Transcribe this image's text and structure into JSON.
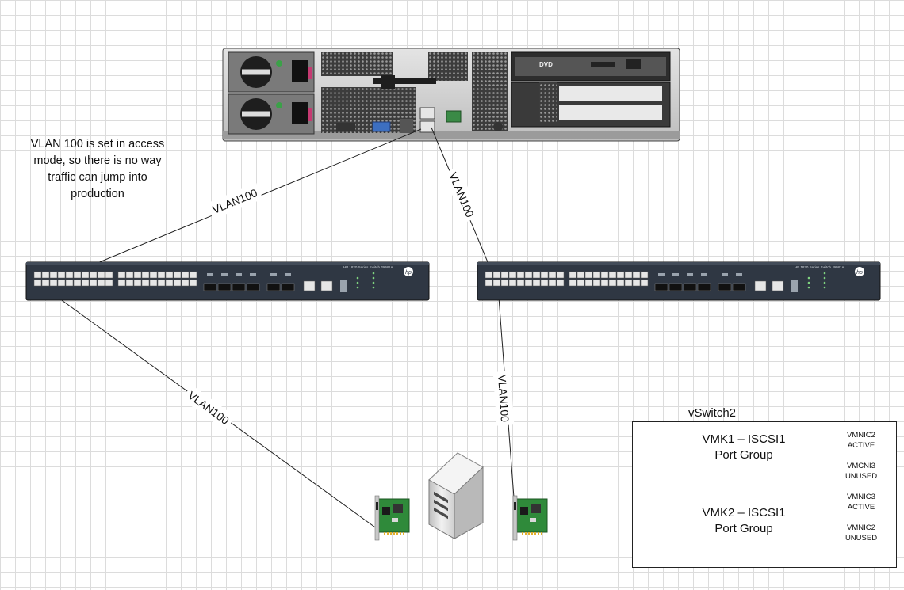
{
  "note": {
    "lines": [
      "VLAN 100 is set in access",
      "mode, so there is no way",
      "traffic can jump into",
      "production"
    ]
  },
  "links": {
    "server_to_switch1": "VLAN100",
    "server_to_switch2": "VLAN100",
    "switch1_to_nic": "VLAN100",
    "switch2_to_nic": "VLAN100"
  },
  "switches": {
    "switch1_model": "HP 1820 Series Switch J9981A",
    "switch2_model": "HP 1820 Series Switch J9981A",
    "brand": "hp"
  },
  "server": {
    "drive_label": "DVD"
  },
  "vswitch": {
    "title": "vSwitch2",
    "groups": [
      {
        "name_line1": "VMK1 – ISCSI1",
        "name_line2": "Port Group",
        "status": [
          "VMNIC2",
          "ACTIVE",
          "",
          "VMCNI3",
          "UNUSED"
        ]
      },
      {
        "name_line1": "VMK2 – ISCSI1",
        "name_line2": "Port Group",
        "status": [
          "VMNIC3",
          "ACTIVE",
          "",
          "VMNIC2",
          "UNUSED"
        ]
      }
    ]
  }
}
